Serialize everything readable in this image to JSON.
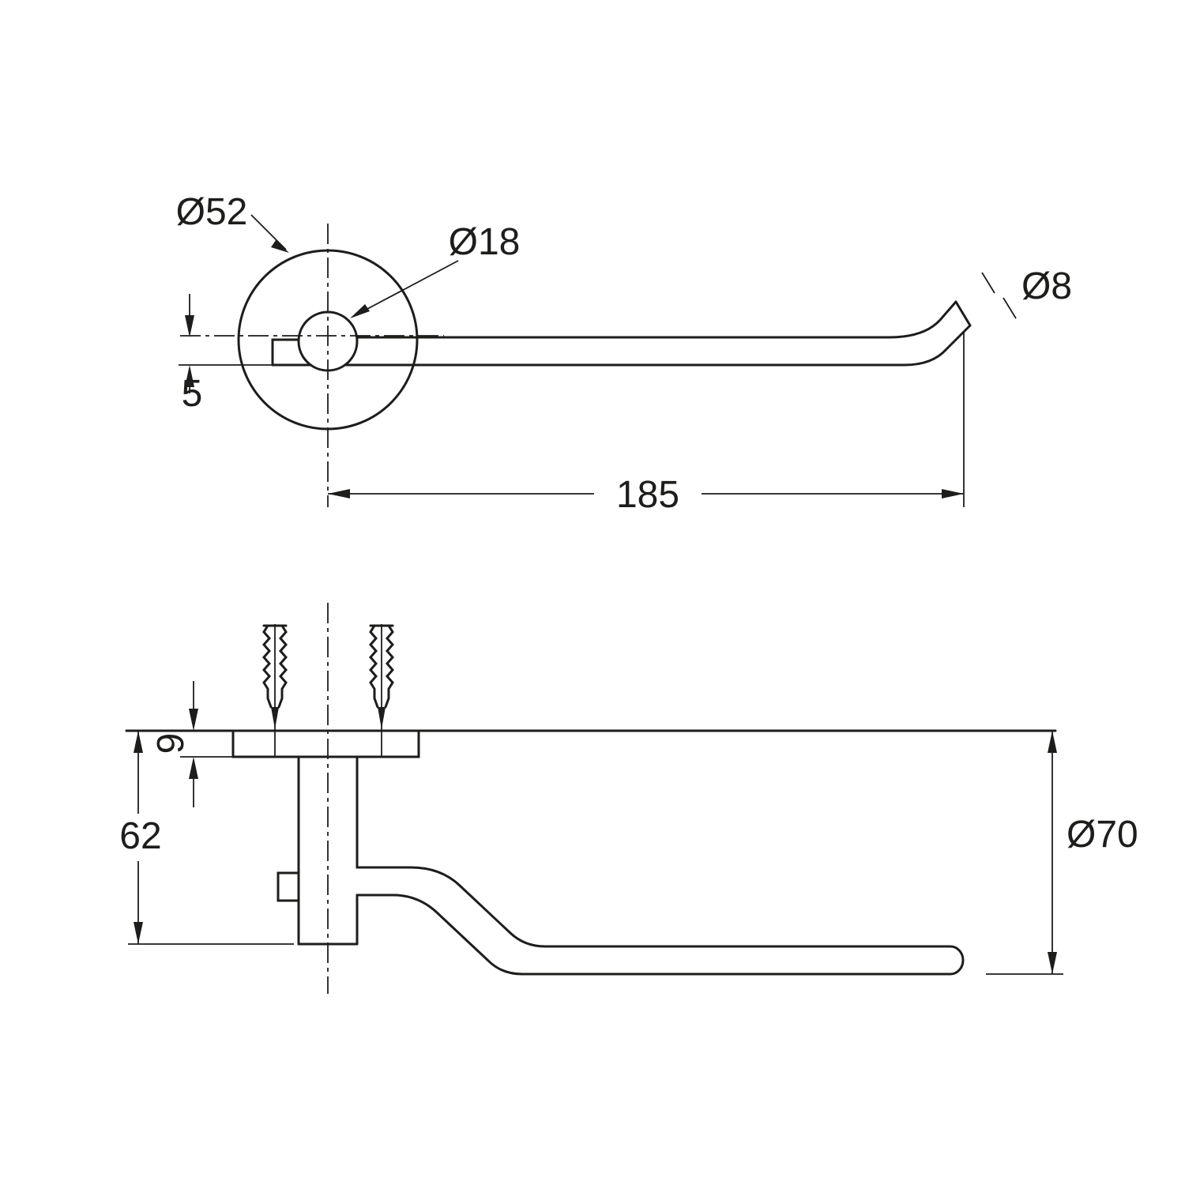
{
  "page": {
    "background": "#ffffff"
  },
  "drawing": {
    "type": "technical-dimension-drawing",
    "subject": "wall-mounted towel bar with round flange, two views",
    "line_color": "#1d1d1b",
    "views": {
      "top": {
        "name": "top view",
        "labels": {
          "flange_diameter": "Ø52",
          "hub_diameter": "Ø18",
          "bar_diameter": "Ø8",
          "bar_thickness": "5",
          "bar_length": "185"
        }
      },
      "front": {
        "name": "front view",
        "labels": {
          "plate_thickness": "9",
          "wall_projection": "62",
          "flange_diameter": "Ø70"
        }
      }
    }
  }
}
